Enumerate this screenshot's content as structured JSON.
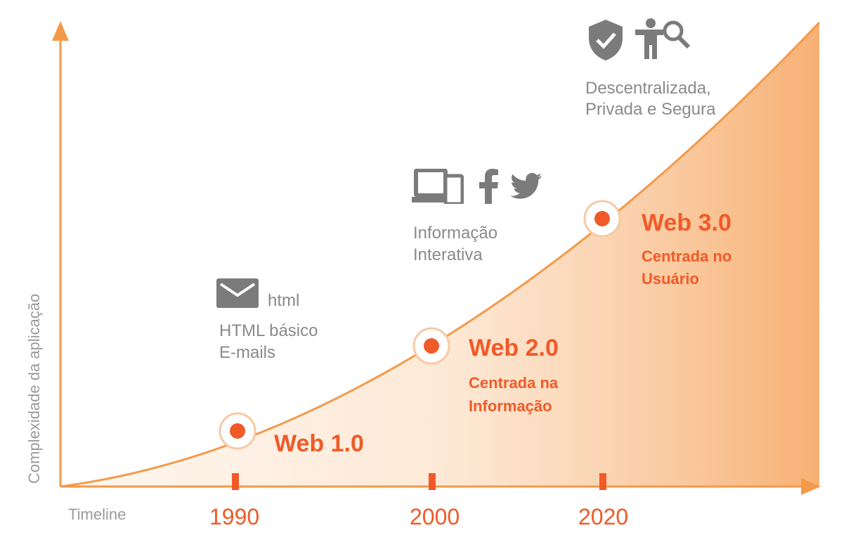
{
  "axes": {
    "y_label": "Complexidade da aplicação",
    "x_label": "Timeline"
  },
  "colors": {
    "accent": "#f05a28",
    "axis": "#f39a4a",
    "icon": "#7b7b7b",
    "text_gray": "#8a8a8a"
  },
  "years": [
    "1990",
    "2000",
    "2020"
  ],
  "eras": [
    {
      "title": "Web 1.0",
      "subtitle_line1": "",
      "subtitle_line2": "",
      "desc_line1": "HTML básico",
      "desc_line2": "E-mails",
      "icon_text": "html",
      "icons": [
        "mail-icon"
      ]
    },
    {
      "title": "Web 2.0",
      "subtitle_line1": "Centrada na",
      "subtitle_line2": "Informação",
      "desc_line1": "Informação",
      "desc_line2": "Interativa",
      "icons": [
        "devices-icon",
        "facebook-icon",
        "twitter-icon"
      ]
    },
    {
      "title": "Web 3.0",
      "subtitle_line1": "Centrada no",
      "subtitle_line2": "Usuário",
      "desc_line1": "Descentralizada,",
      "desc_line2": "Privada e Segura",
      "icons": [
        "shield-check-icon",
        "person-search-icon"
      ]
    }
  ]
}
